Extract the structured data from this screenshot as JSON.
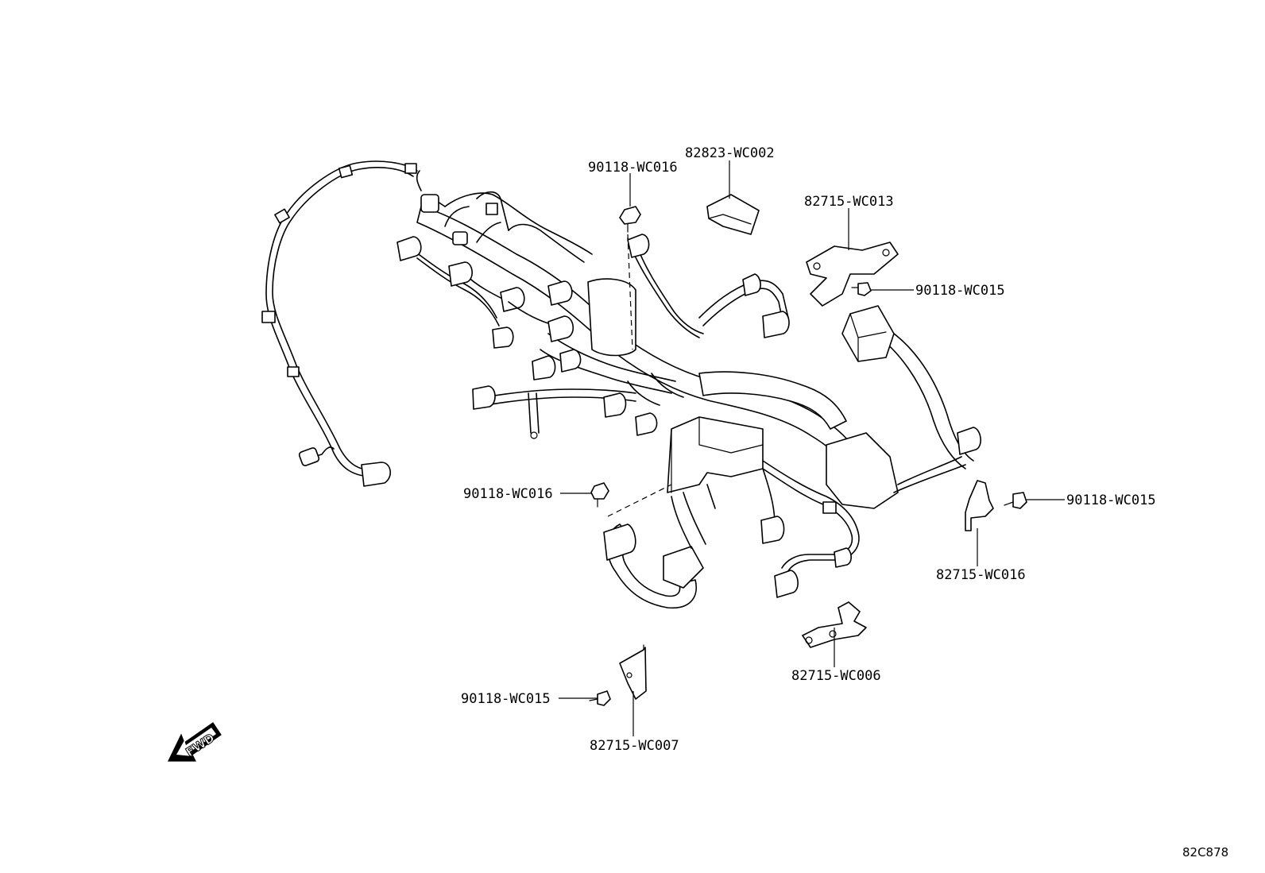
{
  "callouts": {
    "bolt_top": "90118-WC016",
    "protector_top": "82823-WC002",
    "bracket_upper_right": "82715-WC013",
    "bolt_upper_right": "90118-WC015",
    "bolt_mid_left": "90118-WC016",
    "bolt_right": "90118-WC015",
    "bracket_right": "82715-WC016",
    "bracket_lower_mid": "82715-WC006",
    "bolt_lower_left": "90118-WC015",
    "bracket_lower_left": "82715-WC007"
  },
  "direction_marker": "FWD",
  "diagram_code": "82C878"
}
